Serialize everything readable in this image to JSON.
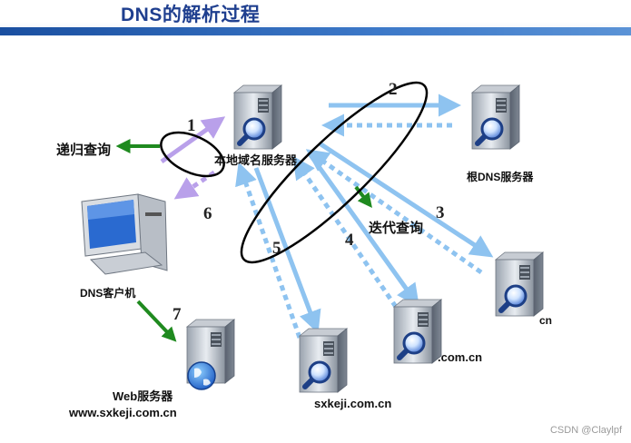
{
  "title": "DNS的解析过程",
  "labels": {
    "recursive_query": "递归查询",
    "iterative_query": "迭代查询",
    "local_dns": "本地域名服务器",
    "root_dns": "根DNS服务器",
    "dns_client": "DNS客户机",
    "web_server": "Web服务器",
    "cn": "cn",
    "com_cn": ".com.cn",
    "sxkeji": "sxkeji.com.cn",
    "www": "www.sxkeji.com.cn"
  },
  "steps": [
    "1",
    "2",
    "3",
    "4",
    "5",
    "6",
    "7"
  ],
  "watermark": "CSDN @Claylpf",
  "colors": {
    "title": "#1f3f8f",
    "header_rule": "#2a62b5",
    "arrow_request": "#8ec3f0",
    "arrow_client": "#b9a0ea",
    "arrow_green": "#1f8a1f",
    "ellipse": "#000000"
  },
  "icons": [
    "server-icon",
    "computer-icon",
    "globe-icon",
    "magnifier-icon"
  ]
}
